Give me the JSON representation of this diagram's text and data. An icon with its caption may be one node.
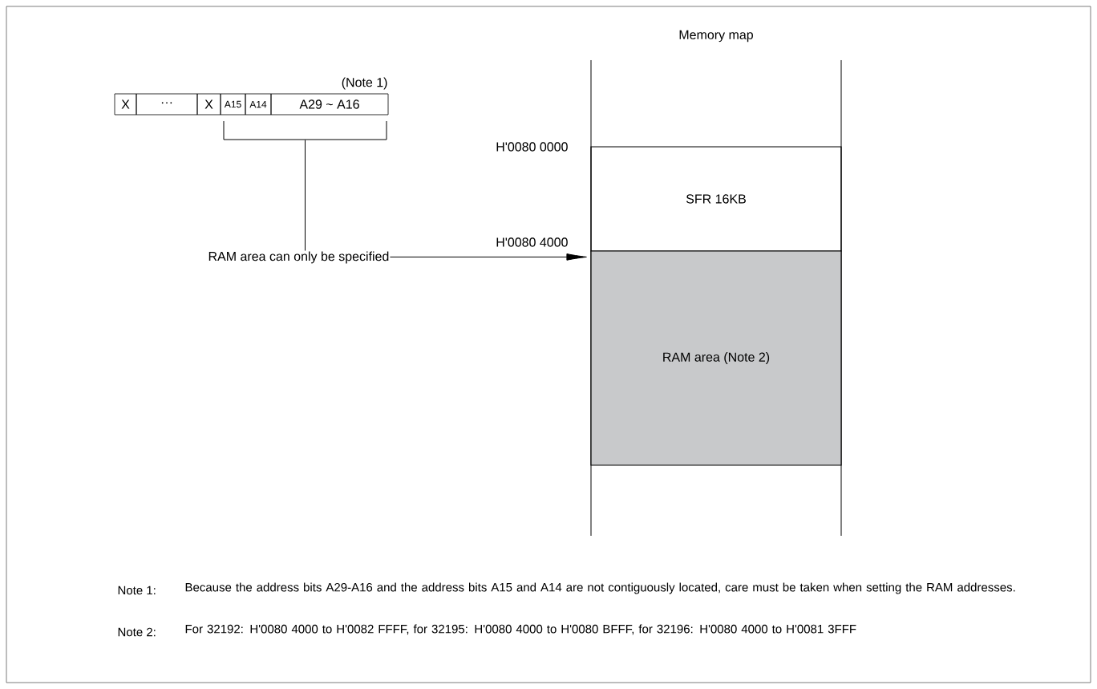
{
  "diagram": {
    "nodes": [
      {
        "text": [
          "X"
        ]
      },
      {
        "text": [
          "···"
        ]
      },
      {
        "text": [
          "X"
        ]
      },
      {
        "text": [
          "A15"
        ]
      },
      {
        "text": [
          "A14"
        ]
      },
      {
        "text": [
          "A29 ~ A16"
        ]
      },
      {
        "text": [],
        "shape": "bracket"
      },
      {
        "text": [
          "SFR  16KB"
        ]
      },
      {
        "text": [
          "RAM area (Note 2)"
        ]
      }
    ],
    "edges": [
      {
        "from": 6,
        "to": 8,
        "arrow": "to",
        "label": "RAM area can only be specified"
      }
    ],
    "labels": [
      "Memory map",
      "(Note 1)",
      "H'0080 0000",
      "H'0080 4000",
      "Note 1:",
      "Because the address bits A29-A16 and the address bits A15 and A14 are not contiguously located, care must be taken when setting the RAM addresses.",
      "Note 2:",
      "For 32192: H'0080 4000 to H'0082 FFFF, for 32195: H'0080 4000 to H'0080 BFFF, for 32196: H'0080 4000 to H'0081 3FFF"
    ]
  }
}
